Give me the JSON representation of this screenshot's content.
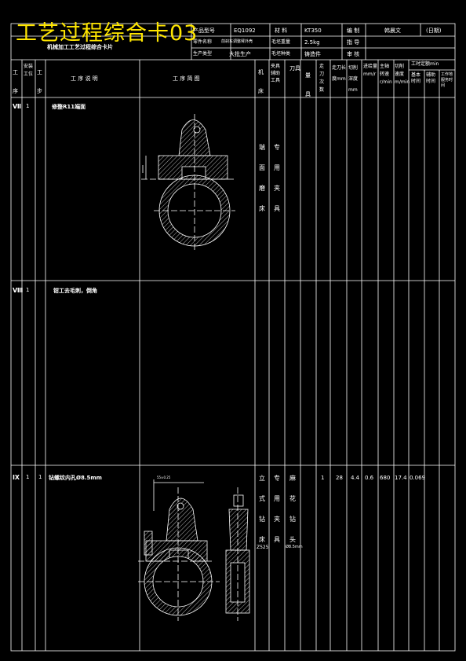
{
  "title_overlay": "工艺过程综合卡03",
  "header": {
    "card_title": "机械加工工艺过程综合卡片",
    "product_model_label": "产品型号",
    "product_model_value": "EQ1092",
    "material_label": "材 料",
    "material_value": "KT350",
    "compiler_label": "编 制",
    "compiler_value": "韩晨文",
    "date_label": "(日期)",
    "part_name_label": "零件名称",
    "part_name_value": "前刹车调整臂外壳",
    "blank_weight_label": "毛坯重量",
    "blank_weight_value": "2.5kg",
    "proofreader_label": "指 导",
    "production_type_label": "生产类型",
    "production_type_value": "大批生产",
    "blank_type_label": "毛坯种类",
    "blank_type_value": "铸造件",
    "reviewer_label": "审 核"
  },
  "columns": {
    "process_no": "工序",
    "install": "安装工位",
    "step": "工步",
    "description": "工 序 说 明",
    "sketch": "工 序 简 图",
    "machine": "机床",
    "fixture": "夹具辅助工具",
    "cutter": "刀具",
    "gauge": "量具",
    "passes": "走刀次数",
    "cut_length": "走刀长度mm",
    "cut_depth": "切削深度mm",
    "feed": "进给量mm/r",
    "spindle_speed": "主轴转速r/min",
    "cut_speed": "切削速度m/min",
    "time_quota": "工时定额min",
    "basic_time": "基本时间",
    "aux_time": "辅助时间",
    "place_time": "工作地服务时间"
  },
  "rows": [
    {
      "process_no": "Ⅶ",
      "install": "1",
      "step": "",
      "description": "修整R11端面",
      "machine": [
        "端",
        "面",
        "磨",
        "床"
      ],
      "fixture": [
        "专",
        "用",
        "夹",
        "具"
      ]
    },
    {
      "process_no": "Ⅷ",
      "install": "1",
      "step": "",
      "description": "钳工去毛刺，倒角"
    },
    {
      "process_no": "Ⅸ",
      "install": "1",
      "step": "1",
      "description": "钻螺纹内孔Ø8.5mm",
      "machine": [
        "立",
        "式",
        "钻",
        "床"
      ],
      "machine_model": "Z525",
      "fixture": [
        "专",
        "用",
        "夹",
        "具"
      ],
      "cutter": [
        "麻",
        "花",
        "钻",
        "头"
      ],
      "cutter_size": "Ø8.5mm",
      "passes": "1",
      "cut_length": "28",
      "cut_depth": "4.4",
      "feed": "0.6",
      "spindle_speed": "680",
      "cut_speed": "17.4",
      "basic_time": "0.069",
      "dim_label": "55±0.25"
    }
  ]
}
